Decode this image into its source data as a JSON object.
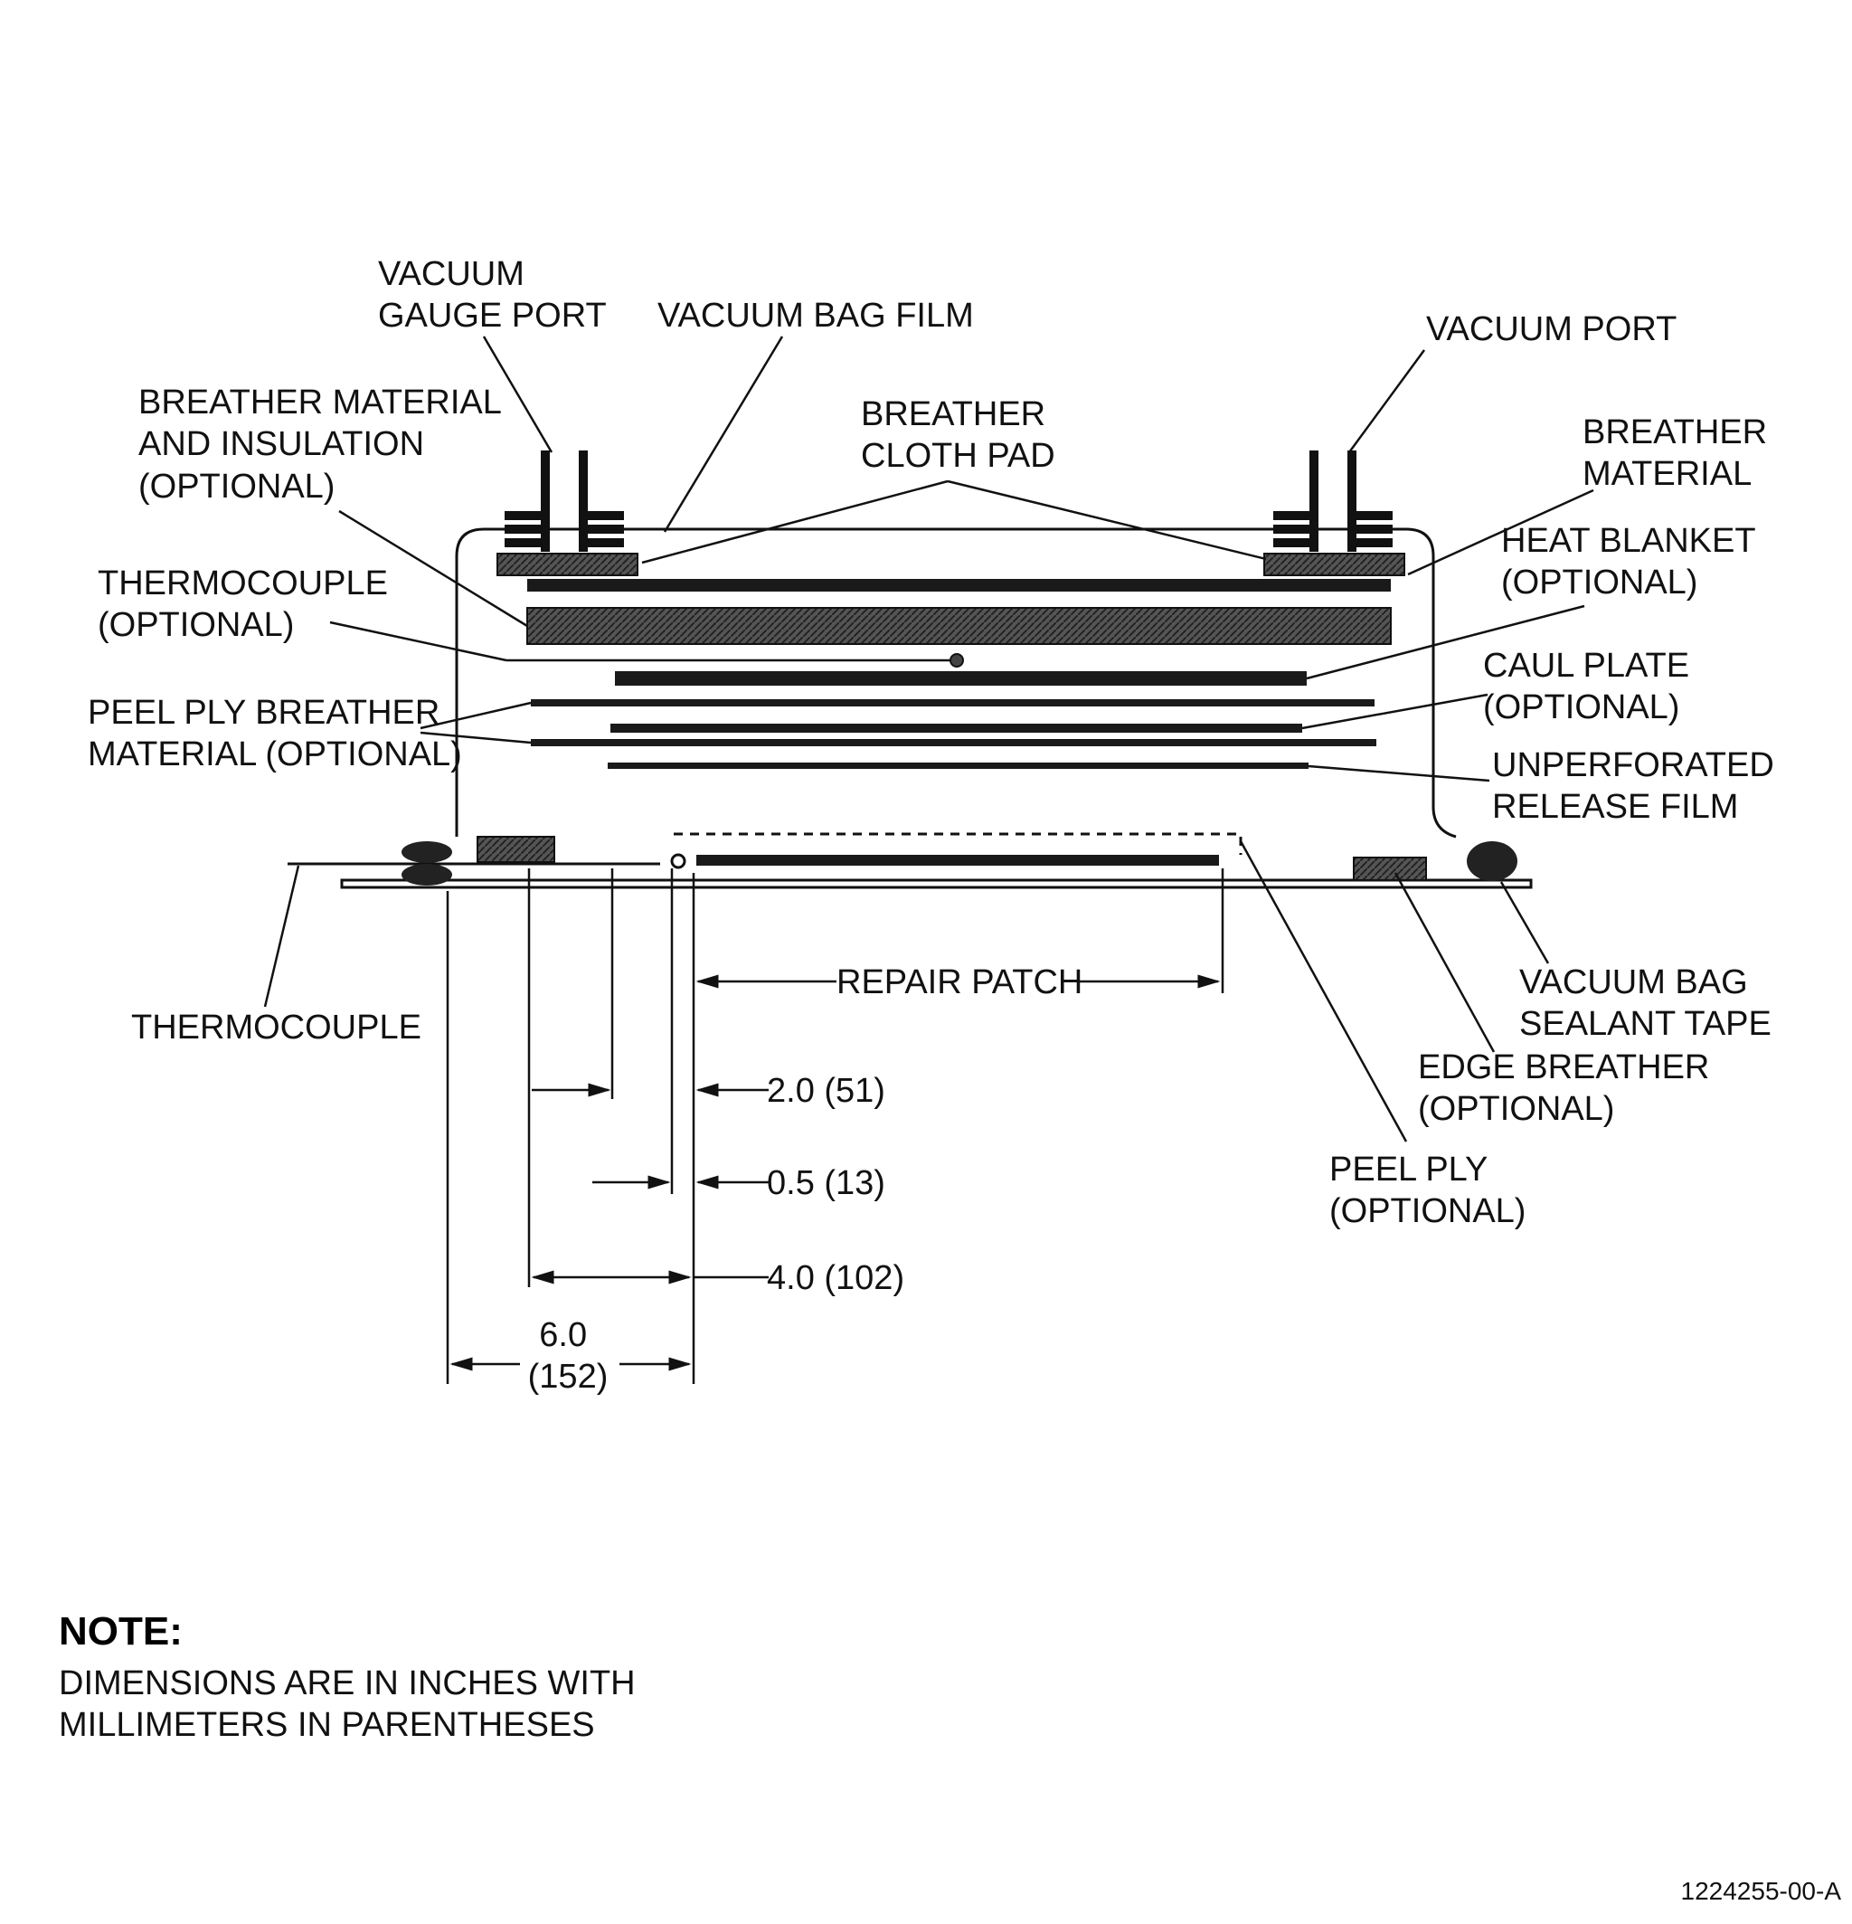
{
  "labels": {
    "vacuum_gauge_port": [
      "VACUUM",
      "GAUGE PORT"
    ],
    "vacuum_bag_film": "VACUUM BAG FILM",
    "vacuum_port": "VACUUM PORT",
    "breather_material_insulation": [
      "BREATHER MATERIAL",
      "AND INSULATION",
      "(OPTIONAL)"
    ],
    "breather_cloth_pad": [
      "BREATHER",
      "CLOTH PAD"
    ],
    "breather_material": [
      "BREATHER",
      "MATERIAL"
    ],
    "heat_blanket": [
      "HEAT BLANKET",
      "(OPTIONAL)"
    ],
    "thermocouple_optional": [
      "THERMOCOUPLE",
      "(OPTIONAL)"
    ],
    "caul_plate": [
      "CAUL PLATE",
      "(OPTIONAL)"
    ],
    "peel_ply_breather": [
      "PEEL PLY BREATHER",
      "MATERIAL (OPTIONAL)"
    ],
    "unperforated_release_film": [
      "UNPERFORATED",
      "RELEASE FILM"
    ],
    "thermocouple": "THERMOCOUPLE",
    "repair_patch": "REPAIR PATCH",
    "vacuum_bag_sealant_tape": [
      "VACUUM BAG",
      "SEALANT TAPE"
    ],
    "edge_breather": [
      "EDGE BREATHER",
      "(OPTIONAL)"
    ],
    "peel_ply": [
      "PEEL PLY",
      "(OPTIONAL)"
    ]
  },
  "dimensions": {
    "d1": "2.0 (51)",
    "d2": "0.5 (13)",
    "d3": "4.0 (102)",
    "d4_in": "6.0",
    "d4_mm": "(152)"
  },
  "note": {
    "title": "NOTE:",
    "lines": [
      "DIMENSIONS ARE IN INCHES WITH",
      "MILLIMETERS IN PARENTHESES"
    ]
  },
  "figure_id": "1224255-00-A"
}
